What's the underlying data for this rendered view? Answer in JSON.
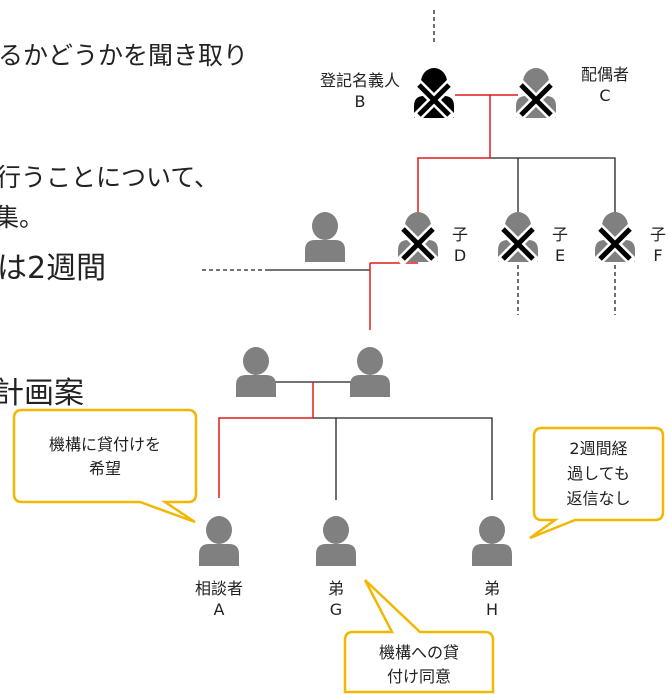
{
  "text_lines": [
    "るかどうかを聞き取り",
    "行うことについて、",
    "集。",
    "は2週間",
    "計画案"
  ],
  "people": {
    "registered_owner": {
      "label": "登記名義人",
      "letter": "B"
    },
    "spouse": {
      "label": "配偶者",
      "letter": "C"
    },
    "child_d": {
      "label": "子",
      "letter": "D"
    },
    "child_e": {
      "label": "子",
      "letter": "E"
    },
    "child_f": {
      "label": "子",
      "letter": "F"
    },
    "consultant": {
      "label": "相談者",
      "letter": "A"
    },
    "brother_g": {
      "label": "弟",
      "letter": "G"
    },
    "brother_h": {
      "label": "弟",
      "letter": "H"
    }
  },
  "callouts": {
    "consultant": "機構に貸付けを\n希望",
    "brother_h": "2週間経\n過しても\n返信なし",
    "brother_g": "機構への貸\n付け同意"
  },
  "colors": {
    "person": "#808080",
    "deceased": "#000000",
    "red_line": "#e31a1c",
    "callout_border": "#f2b700"
  }
}
